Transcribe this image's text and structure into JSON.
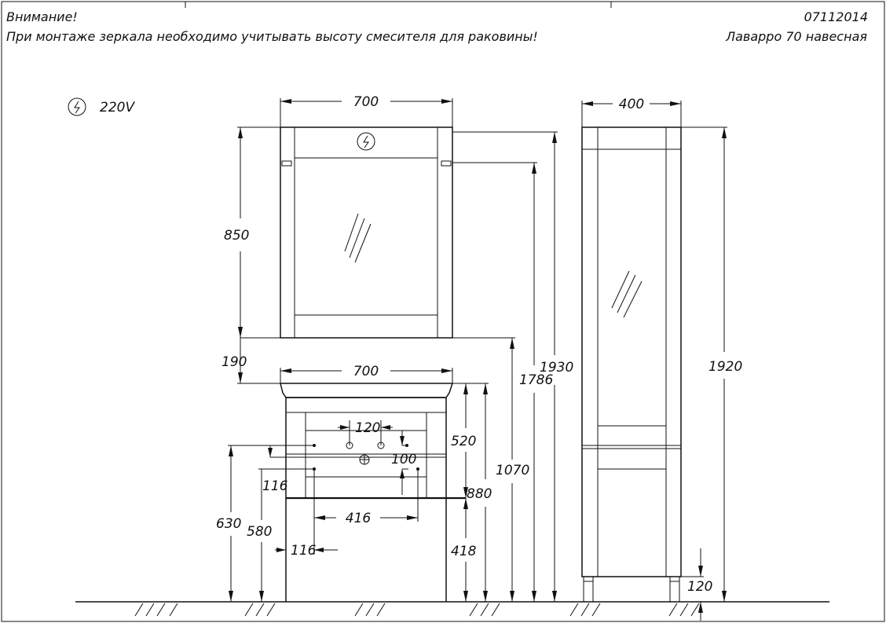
{
  "header": {
    "warning_title": "Внимание!",
    "warning_text": "При монтаже зеркала необходимо учитывать высоту смесителя для раковины!",
    "doc_code": "07112014",
    "product_name": "Лаварро  70  навесная"
  },
  "power": {
    "label": "220V",
    "icon": "lightning-icon"
  },
  "dimensions": {
    "mirror_width": "700",
    "mirror_height": "850",
    "gap_mirror_basin": "190",
    "basin_width": "700",
    "outlet_spacing": "120",
    "outlet_offset": "100",
    "cabinet_height": "520",
    "total_1930": "1930",
    "total_1786": "1786",
    "total_1070": "1070",
    "total_880": "880",
    "total_418": "418",
    "total_630": "630",
    "total_580": "580",
    "side_116_upper": "116",
    "side_116_lower": "116",
    "pipe_spacing": "416",
    "column_width": "400",
    "column_height": "1920",
    "column_leg": "120"
  }
}
